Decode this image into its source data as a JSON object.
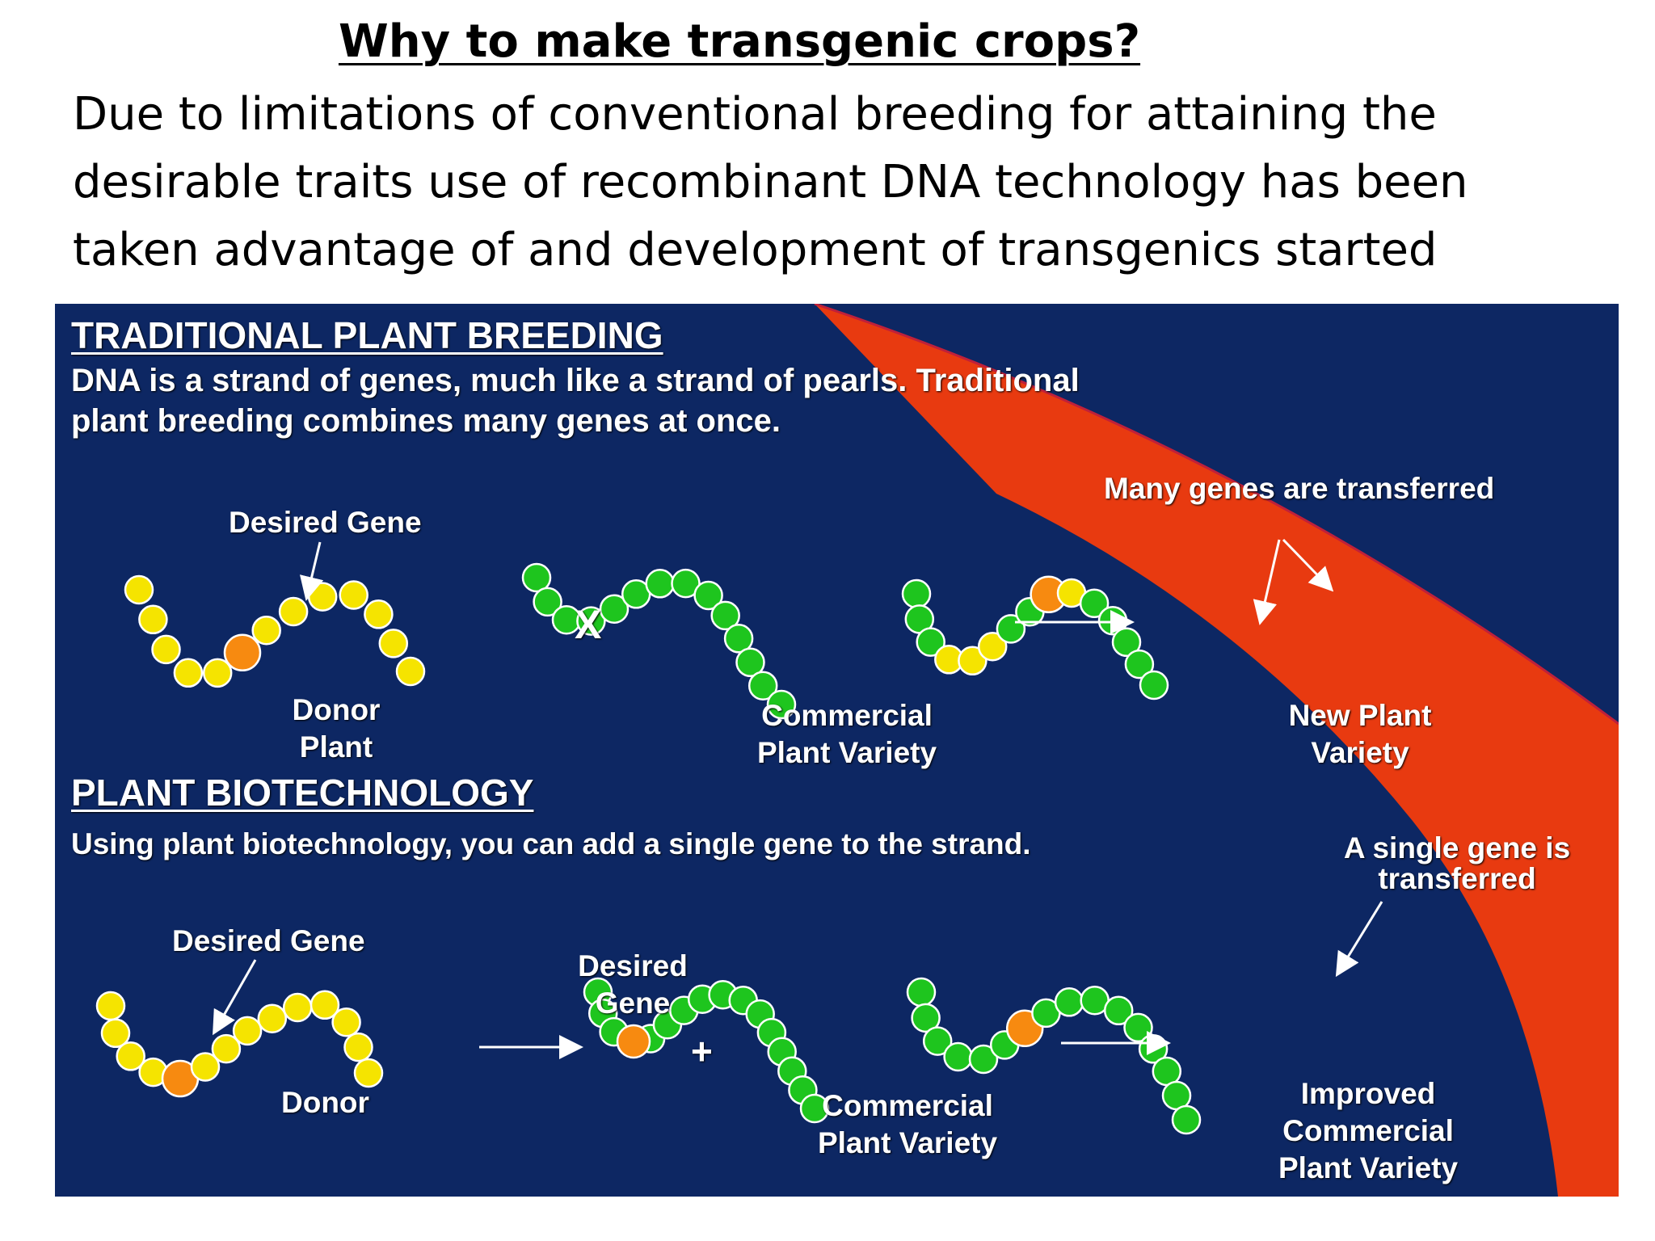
{
  "slide": {
    "title": "Why to make transgenic crops?",
    "body": "Due to limitations of conventional breeding for attaining the desirable traits use of recombinant DNA technology has been taken advantage of and development of transgenics started"
  },
  "diagram": {
    "traditional": {
      "heading": "TRADITIONAL PLANT BREEDING",
      "description": "DNA is a strand of genes, much like a strand of pearls.  Traditional plant breeding combines many genes at once.",
      "desired_gene_label": "Desired Gene",
      "donor_label": "Donor\nPlant",
      "cross_symbol": "X",
      "commercial_label": "Commercial\nPlant Variety",
      "transfer_note": "Many genes are transferred",
      "result_label": "New Plant\nVariety"
    },
    "biotech": {
      "heading": "PLANT BIOTECHNOLOGY",
      "description": "Using plant biotechnology, you can add a single gene to the strand.",
      "desired_gene_label": "Desired Gene",
      "donor_label": "Donor",
      "isolated_gene_label": "Desired\nGene",
      "plus_symbol": "+",
      "commercial_label": "Commercial\nPlant Variety",
      "transfer_note": "A single gene is\ntransferred",
      "result_label": "Improved\nCommercial\nPlant Variety"
    },
    "colors": {
      "background": "#0d2763",
      "donor_gene": "#f5e400",
      "commercial_gene": "#1ec51e",
      "desired_gene": "#f78a10",
      "highlight_band": "#e83a10"
    }
  }
}
